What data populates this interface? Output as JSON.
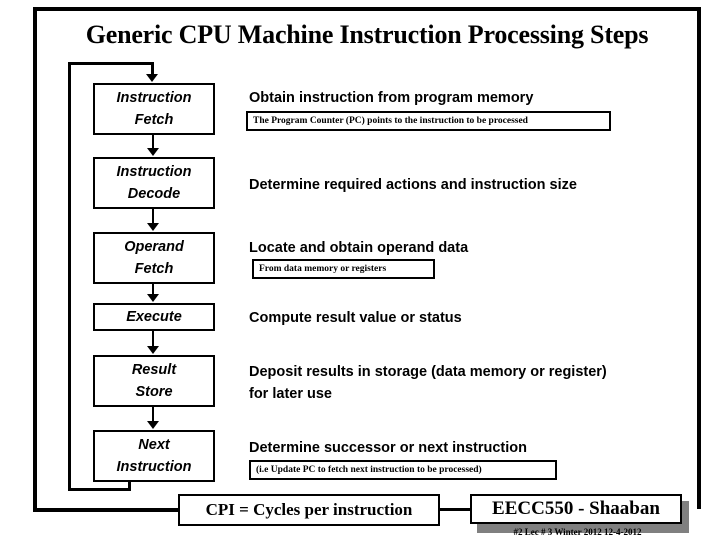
{
  "slide": {
    "title": "Generic CPU Machine Instruction Processing Steps"
  },
  "stages": [
    {
      "name": "instruction-fetch",
      "line1": "Instruction",
      "line2": "Fetch"
    },
    {
      "name": "instruction-decode",
      "line1": "Instruction",
      "line2": "Decode"
    },
    {
      "name": "operand-fetch",
      "line1": "Operand",
      "line2": "Fetch"
    },
    {
      "name": "execute",
      "line1": "Execute",
      "line2": ""
    },
    {
      "name": "result-store",
      "line1": "Result",
      "line2": "Store"
    },
    {
      "name": "next-instruction",
      "line1": "Next",
      "line2": "Instruction"
    }
  ],
  "descriptions": [
    {
      "name": "fetch-desc",
      "text": "Obtain instruction from program memory"
    },
    {
      "name": "decode-desc",
      "text": "Determine required actions and instruction size"
    },
    {
      "name": "operand-desc",
      "text": "Locate and obtain operand data"
    },
    {
      "name": "execute-desc",
      "text": "Compute result value or status"
    },
    {
      "name": "store-desc",
      "text": "Deposit results in storage (data memory or register) for later use"
    },
    {
      "name": "next-desc",
      "text": "Determine successor or next instruction"
    }
  ],
  "notes": [
    {
      "name": "pc-note",
      "text": "The Program Counter (PC) points to the instruction to be processed"
    },
    {
      "name": "operand-note",
      "text": "From data memory or registers"
    },
    {
      "name": "next-note",
      "text": "(i.e Update PC to fetch next instruction to be processed)"
    }
  ],
  "footer": {
    "cpi_label": "CPI = Cycles per instruction",
    "course_badge": "EECC550 - Shaaban",
    "badge_subtitle": "#2   Lec # 3   Winter 2012   12-4-2012"
  },
  "colors": {
    "ink": "#000000",
    "background": "#ffffff",
    "shadow": "#808080"
  }
}
